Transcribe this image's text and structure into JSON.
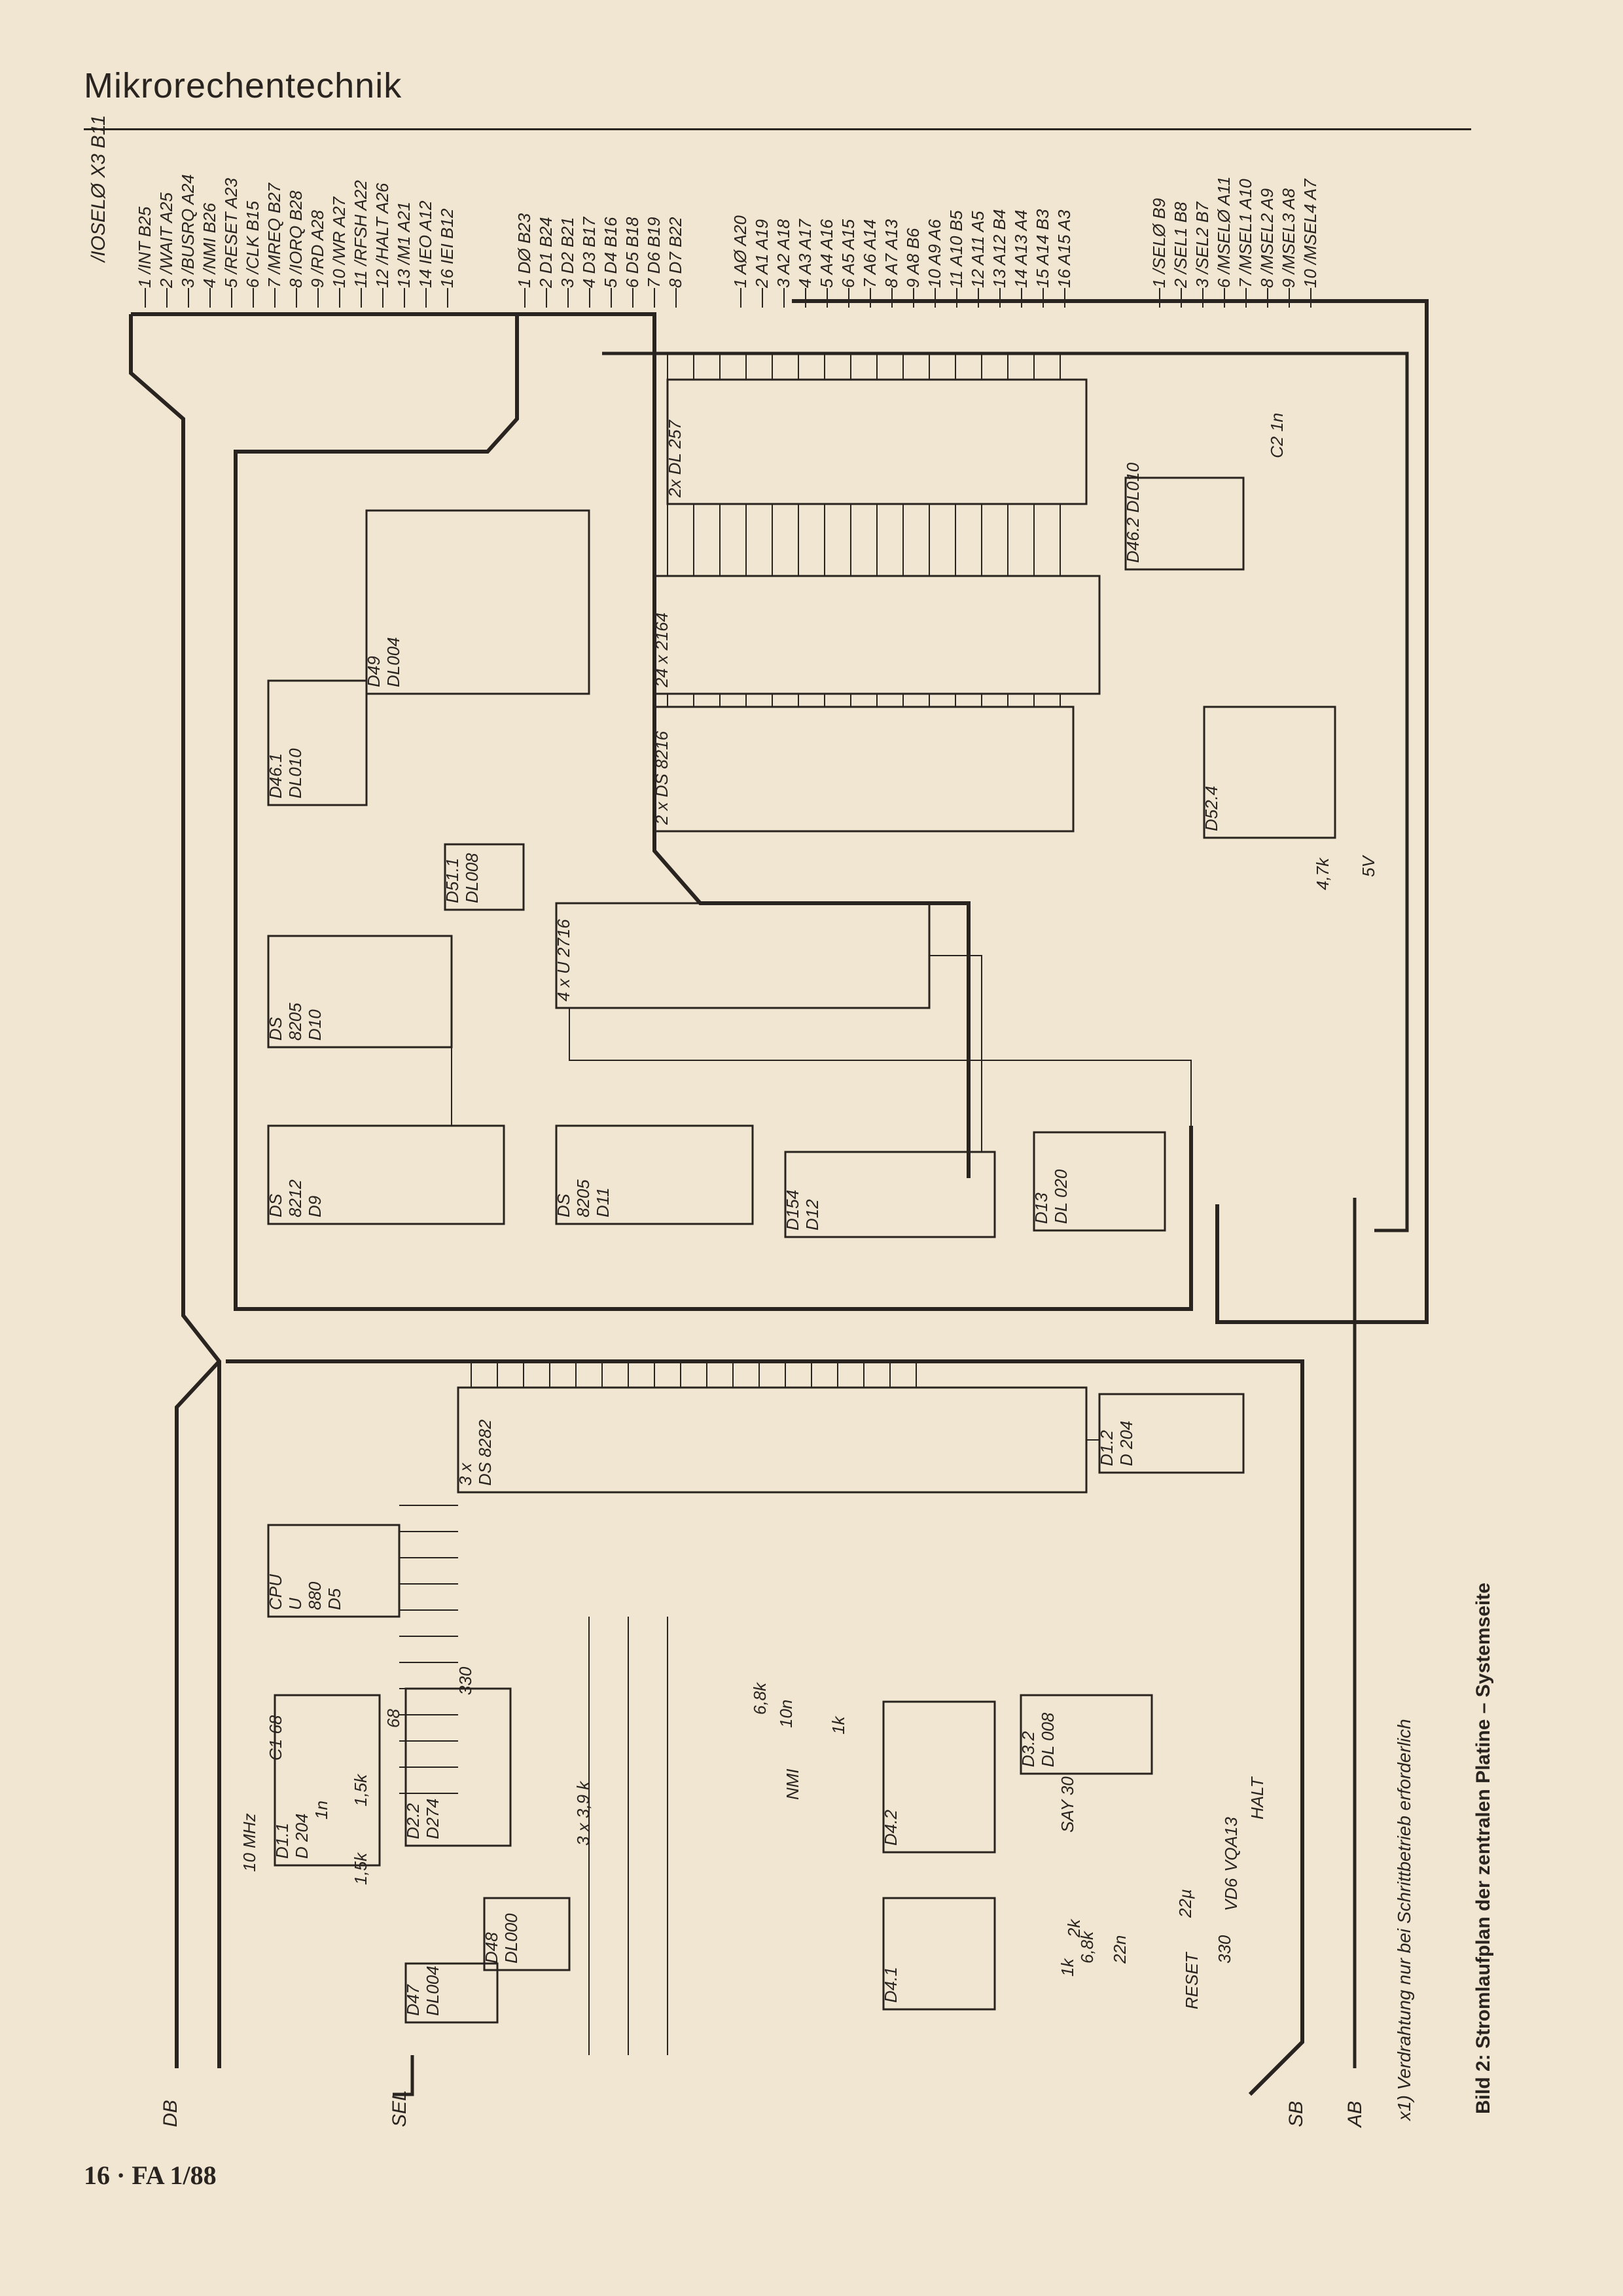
{
  "header": {
    "title": "Mikrorechentechnik"
  },
  "footer": {
    "page": "16 · FA 1/88"
  },
  "caption": "Bild 2: Stromlaufplan der zentralen Platine – Systemseite",
  "footnote": "x1) Verdrahtung nur bei Schrittbetrieb erforderlich",
  "buses": [
    "DB",
    "SEL",
    "SB",
    "AB"
  ],
  "connector_groups": [
    {
      "id": "ctrl",
      "pins": [
        {
          "n": "1",
          "sig": "/INT",
          "pin": "B25"
        },
        {
          "n": "2",
          "sig": "/WAIT",
          "pin": "A25"
        },
        {
          "n": "3",
          "sig": "/BUSRQ",
          "pin": "A24"
        },
        {
          "n": "4",
          "sig": "/NMI",
          "pin": "B26"
        },
        {
          "n": "5",
          "sig": "/RESET",
          "pin": "A23"
        },
        {
          "n": "6",
          "sig": "/CLK",
          "pin": "B15"
        },
        {
          "n": "7",
          "sig": "/MREQ",
          "pin": "B27"
        },
        {
          "n": "8",
          "sig": "/IORQ",
          "pin": "B28"
        },
        {
          "n": "9",
          "sig": "/RD",
          "pin": "A28"
        },
        {
          "n": "10",
          "sig": "/WR",
          "pin": "A27"
        },
        {
          "n": "11",
          "sig": "/RFSH",
          "pin": "A22"
        },
        {
          "n": "12",
          "sig": "/HALT",
          "pin": "A26"
        },
        {
          "n": "13",
          "sig": "/M1",
          "pin": "A21"
        },
        {
          "n": "14",
          "sig": "IEO",
          "pin": "A12"
        },
        {
          "n": "16",
          "sig": "IEI",
          "pin": "B12"
        }
      ]
    },
    {
      "id": "data",
      "pins": [
        {
          "n": "1",
          "sig": "DØ",
          "pin": "B23"
        },
        {
          "n": "2",
          "sig": "D1",
          "pin": "B24"
        },
        {
          "n": "3",
          "sig": "D2",
          "pin": "B21"
        },
        {
          "n": "4",
          "sig": "D3",
          "pin": "B17"
        },
        {
          "n": "5",
          "sig": "D4",
          "pin": "B16"
        },
        {
          "n": "6",
          "sig": "D5",
          "pin": "B18"
        },
        {
          "n": "7",
          "sig": "D6",
          "pin": "B19"
        },
        {
          "n": "8",
          "sig": "D7",
          "pin": "B22"
        }
      ]
    },
    {
      "id": "addr",
      "pins": [
        {
          "n": "1",
          "sig": "AØ",
          "pin": "A20"
        },
        {
          "n": "2",
          "sig": "A1",
          "pin": "A19"
        },
        {
          "n": "3",
          "sig": "A2",
          "pin": "A18"
        },
        {
          "n": "4",
          "sig": "A3",
          "pin": "A17"
        },
        {
          "n": "5",
          "sig": "A4",
          "pin": "A16"
        },
        {
          "n": "6",
          "sig": "A5",
          "pin": "A15"
        },
        {
          "n": "7",
          "sig": "A6",
          "pin": "A14"
        },
        {
          "n": "8",
          "sig": "A7",
          "pin": "A13"
        },
        {
          "n": "9",
          "sig": "A8",
          "pin": "B6"
        },
        {
          "n": "10",
          "sig": "A9",
          "pin": "A6"
        },
        {
          "n": "11",
          "sig": "A10",
          "pin": "B5"
        },
        {
          "n": "12",
          "sig": "A11",
          "pin": "A5"
        },
        {
          "n": "13",
          "sig": "A12",
          "pin": "B4"
        },
        {
          "n": "14",
          "sig": "A13",
          "pin": "A4"
        },
        {
          "n": "15",
          "sig": "A14",
          "pin": "B3"
        },
        {
          "n": "16",
          "sig": "A15",
          "pin": "A3"
        }
      ]
    },
    {
      "id": "sel",
      "pins": [
        {
          "n": "1",
          "sig": "/SELØ",
          "pin": "B9"
        },
        {
          "n": "2",
          "sig": "/SEL1",
          "pin": "B8"
        },
        {
          "n": "3",
          "sig": "/SEL2",
          "pin": "B7"
        },
        {
          "n": "6",
          "sig": "/MSELØ",
          "pin": "A11"
        },
        {
          "n": "7",
          "sig": "/MSEL1",
          "pin": "A10"
        },
        {
          "n": "8",
          "sig": "/MSEL2",
          "pin": "A9"
        },
        {
          "n": "9",
          "sig": "/MSEL3",
          "pin": "A8"
        },
        {
          "n": "10",
          "sig": "/MSEL4",
          "pin": "A7"
        }
      ]
    }
  ],
  "ioselect": {
    "sig": "/IOSELØ",
    "pin": "X3",
    "pin2": "B11"
  },
  "chips": [
    {
      "id": "cpu",
      "lines": [
        "CPU",
        "U",
        "880",
        "D5"
      ]
    },
    {
      "id": "ds8282",
      "lines": [
        "3 x",
        "DS 8282"
      ]
    },
    {
      "id": "ds8216",
      "lines": [
        "2 x DS 8216"
      ]
    },
    {
      "id": "dram",
      "lines": [
        "24 x 2164"
      ]
    },
    {
      "id": "dl257",
      "lines": [
        "2x DL 257"
      ]
    },
    {
      "id": "eprom",
      "lines": [
        "4 x U 2716"
      ]
    },
    {
      "id": "ds8205_d10",
      "lines": [
        "DS",
        "8205",
        "D10"
      ]
    },
    {
      "id": "ds8212_d9",
      "lines": [
        "DS",
        "8212",
        "D9"
      ]
    },
    {
      "id": "ds8205_d11",
      "lines": [
        "DS",
        "8205",
        "D11"
      ]
    },
    {
      "id": "d154",
      "lines": [
        "D154",
        "D12"
      ]
    },
    {
      "id": "d13",
      "lines": [
        "D13",
        "DL 020"
      ]
    },
    {
      "id": "d1",
      "lines": [
        "D1.2",
        "D 204"
      ]
    },
    {
      "id": "d2",
      "lines": [
        "D2.2",
        "D274"
      ]
    },
    {
      "id": "d11",
      "lines": [
        "D1.1",
        "D 204"
      ]
    },
    {
      "id": "d3",
      "lines": [
        "D3.2",
        "DL 008"
      ]
    },
    {
      "id": "d47",
      "lines": [
        "D47",
        "DL004"
      ]
    },
    {
      "id": "d48",
      "lines": [
        "D48",
        "DL000"
      ]
    },
    {
      "id": "d49",
      "lines": [
        "D49",
        "DL004"
      ]
    },
    {
      "id": "d46",
      "lines": [
        "D46.1",
        "DL010"
      ]
    },
    {
      "id": "d51",
      "lines": [
        "D51.1",
        "DL008"
      ]
    },
    {
      "id": "d52",
      "lines": [
        "D52.4"
      ]
    },
    {
      "id": "dl010",
      "lines": [
        "D46.2 DL010"
      ]
    },
    {
      "id": "d42",
      "lines": [
        "D4.2"
      ]
    },
    {
      "id": "d41",
      "lines": [
        "D4.1"
      ]
    }
  ],
  "components": [
    {
      "id": "xtal",
      "label": "10 MHz"
    },
    {
      "id": "c1",
      "label": "C1 68"
    },
    {
      "id": "c68",
      "label": "68"
    },
    {
      "id": "r15a",
      "label": "1,5k"
    },
    {
      "id": "r15b",
      "label": "1,5k"
    },
    {
      "id": "c1n",
      "label": "1n"
    },
    {
      "id": "r330",
      "label": "330"
    },
    {
      "id": "rpack",
      "label": "3 x 3,9 k"
    },
    {
      "id": "r68k",
      "label": "6,8k"
    },
    {
      "id": "c10n",
      "label": "10n"
    },
    {
      "id": "r1k",
      "label": "1k"
    },
    {
      "id": "nmi",
      "label": "NMI"
    },
    {
      "id": "reset",
      "label": "RESET"
    },
    {
      "id": "halt",
      "label": "HALT"
    },
    {
      "id": "led",
      "label": "VQA13"
    },
    {
      "id": "led_r",
      "label": "330"
    },
    {
      "id": "vd",
      "label": "VD6"
    },
    {
      "id": "sav30",
      "label": "SAY 30"
    },
    {
      "id": "c22u",
      "label": "22µ"
    },
    {
      "id": "c22n",
      "label": "22n"
    },
    {
      "id": "r2k",
      "label": "2k"
    },
    {
      "id": "r68k2",
      "label": "6,8k"
    },
    {
      "id": "r1k2",
      "label": "1k"
    },
    {
      "id": "r47k",
      "label": "4,7k"
    },
    {
      "id": "c2",
      "label": "C2 1n"
    },
    {
      "id": "v5",
      "label": "5V"
    }
  ]
}
